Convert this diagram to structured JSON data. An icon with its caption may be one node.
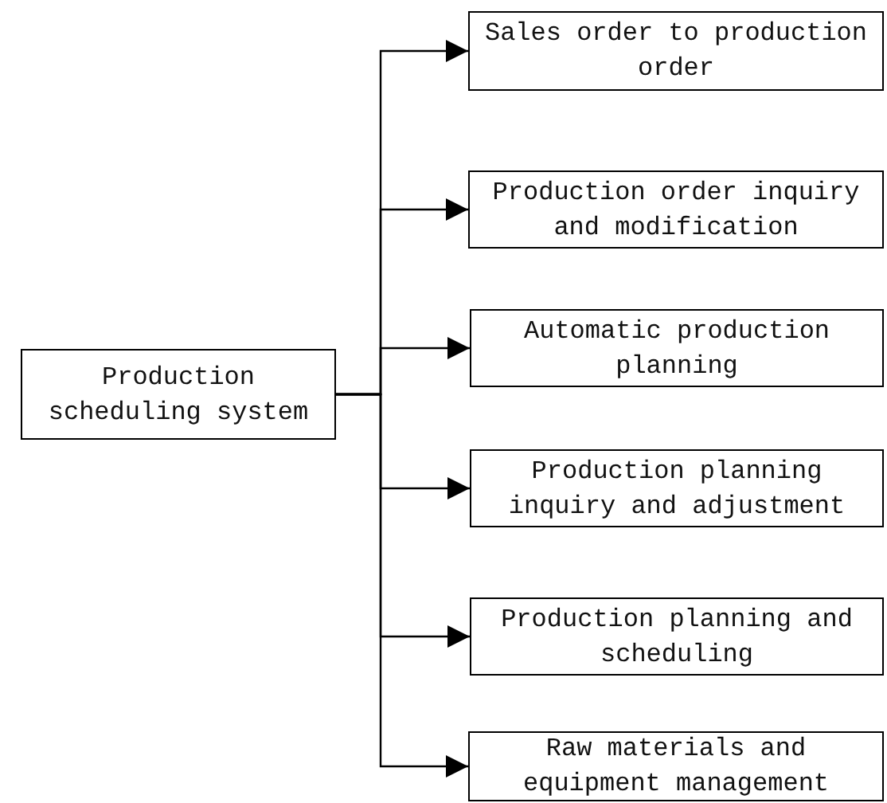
{
  "diagram": {
    "nodes": [
      {
        "text": [
          "Production scheduling system"
        ]
      },
      {
        "text": [
          "Sales order to production order"
        ]
      },
      {
        "text": [
          "Production order inquiry and modification"
        ]
      },
      {
        "text": [
          "Automatic production planning"
        ]
      },
      {
        "text": [
          "Production planning inquiry and adjustment"
        ]
      },
      {
        "text": [
          "Production planning and scheduling"
        ]
      },
      {
        "text": [
          "Raw materials and equipment management"
        ]
      }
    ],
    "edges": [
      {
        "from": 0,
        "to": 1,
        "arrow": "to"
      },
      {
        "from": 0,
        "to": 2,
        "arrow": "to"
      },
      {
        "from": 0,
        "to": 3,
        "arrow": "to"
      },
      {
        "from": 0,
        "to": 4,
        "arrow": "to"
      },
      {
        "from": 0,
        "to": 5,
        "arrow": "to"
      },
      {
        "from": 0,
        "to": 6,
        "arrow": "to"
      }
    ]
  }
}
